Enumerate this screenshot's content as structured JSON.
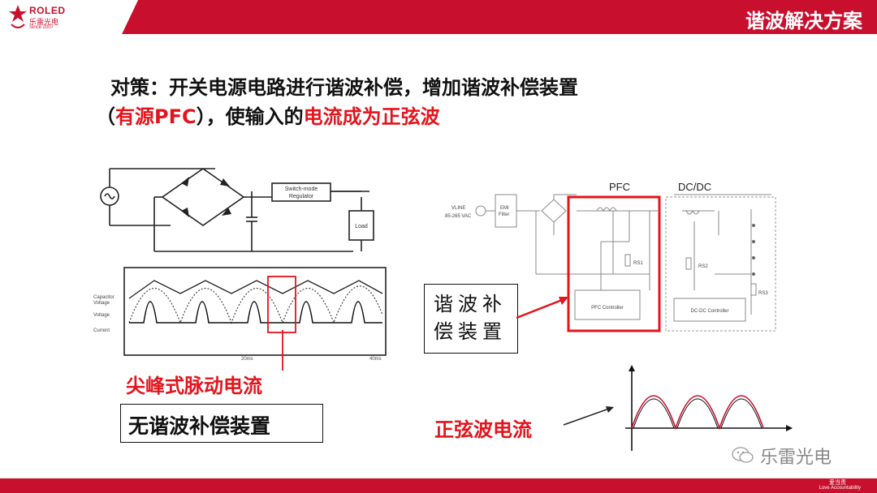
{
  "header": {
    "title": "谐波解决方案",
    "logo_brand": "ROLED",
    "logo_cn": "乐雷光电",
    "logo_since": "Since 2007",
    "accent_color": "#c8102e"
  },
  "main": {
    "line1": "对策：开关电源电路进行谐波补偿，增加谐波补偿装置",
    "line2_a": "（",
    "line2_red1": "有源PFC",
    "line2_b": "），使输入的",
    "line2_red2": "电流成为正弦波"
  },
  "left_figure": {
    "switch_block": "Switch-mode Regulator",
    "load_block": "Load",
    "axis_labels": [
      "Capacitor Voltage",
      "Voltage",
      "Current"
    ],
    "time_ticks": [
      "20ms",
      "40ms"
    ],
    "caption_red": "尖峰式脉动电流",
    "caption_box": "无谐波补偿装置"
  },
  "right_figure": {
    "pfc_label": "PFC",
    "dcdc_label": "DC/DC",
    "vline": "V LINE",
    "vrange": "85-265 VAC",
    "emi": "EMI Filter",
    "pfc_controller": "PFC Controller",
    "dcdc_controller": "DC-DC Controller",
    "rs1": "RS1",
    "rs2": "RS2",
    "rs3": "RS3",
    "callout": "谐波补偿装置",
    "sine_caption": "正弦波电流"
  },
  "footer": {
    "wechat": "乐雷光电",
    "slogan_cn": "爱当责",
    "slogan_en": "Love Accountability"
  }
}
